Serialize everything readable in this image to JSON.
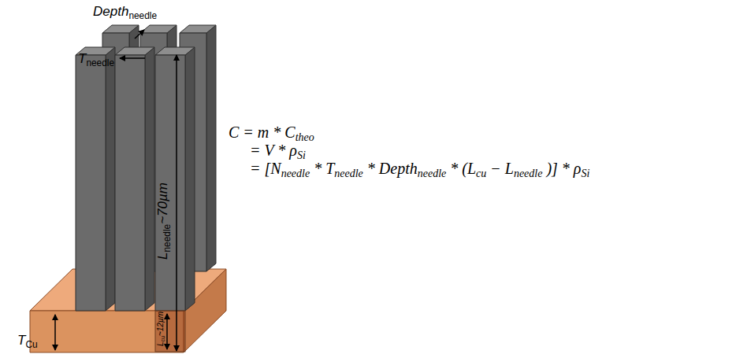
{
  "diagram": {
    "labels": [
      "Depth",
      "needle",
      "T",
      "needle",
      "L",
      "needle",
      "~70µm",
      "L",
      "cu",
      "~12µm",
      "T",
      "Cu",
      "C = m * C",
      "theo",
      "= V * ρ",
      "Si",
      "= [N",
      "needle",
      "* T",
      "needle",
      "* Depth",
      "needle",
      "* (L",
      "cu",
      "− L",
      "needle",
      ")] * ρ",
      "Si"
    ]
  }
}
